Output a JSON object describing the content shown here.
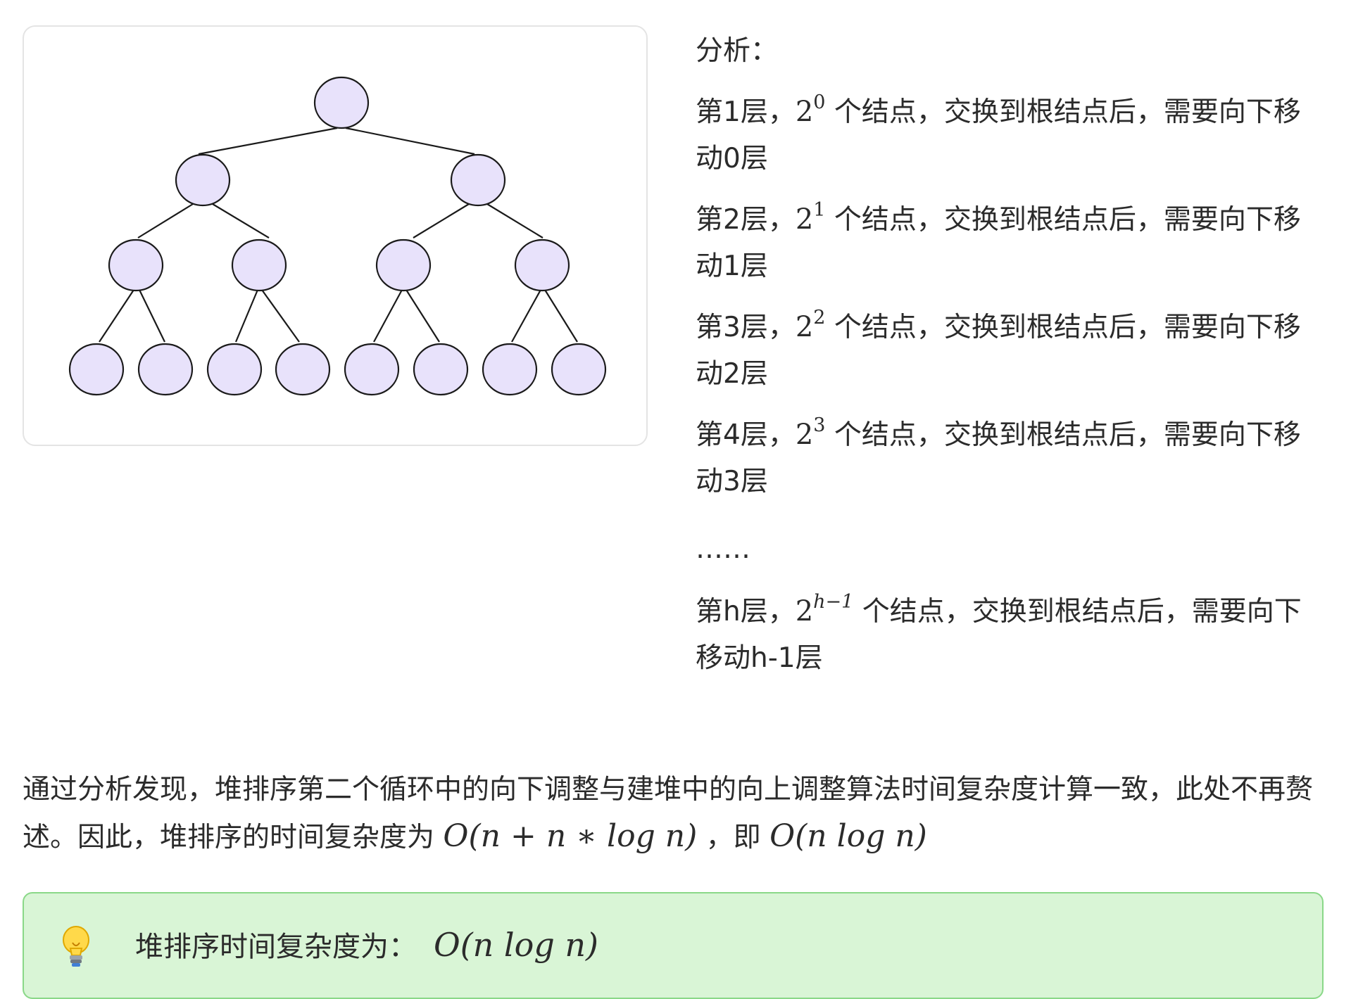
{
  "diagram": {
    "node_fill": "#e8e2fb",
    "node_stroke": "#1a1a1a",
    "levels": [
      1,
      2,
      4,
      8
    ]
  },
  "analysis": {
    "heading": "分析：",
    "levels": [
      {
        "prefix": "第1层，",
        "base": "2",
        "exp": "0",
        "suffix": " 个结点，交换到根结点后，需要向下移动0层"
      },
      {
        "prefix": "第2层，",
        "base": "2",
        "exp": "1",
        "suffix": " 个结点，交换到根结点后，需要向下移动1层"
      },
      {
        "prefix": "第3层，",
        "base": "2",
        "exp": "2",
        "suffix": " 个结点，交换到根结点后，需要向下移动2层"
      },
      {
        "prefix": "第4层，",
        "base": "2",
        "exp": "3",
        "suffix": " 个结点，交换到根结点后，需要向下移动3层"
      }
    ],
    "ellipsis": "……",
    "last_level": {
      "prefix": "第h层，",
      "base": "2",
      "exp": "h−1",
      "suffix": " 个结点，交换到根结点后，需要向下移动h-1层"
    }
  },
  "summary": {
    "text1": "通过分析发现，堆排序第二个循环中的向下调整与建堆中的向上调整算法时间复杂度计算一致，此处不再赘述。因此，堆排序的时间复杂度为 ",
    "math1": "O(n + n ∗ log n)",
    "text2": " ，即 ",
    "math2": "O(n log n)"
  },
  "tip": {
    "icon": "lightbulb-icon",
    "background": "#d9f5d6",
    "border": "#8ad888",
    "text": "堆排序时间复杂度为：",
    "math": "O(n log n)"
  }
}
